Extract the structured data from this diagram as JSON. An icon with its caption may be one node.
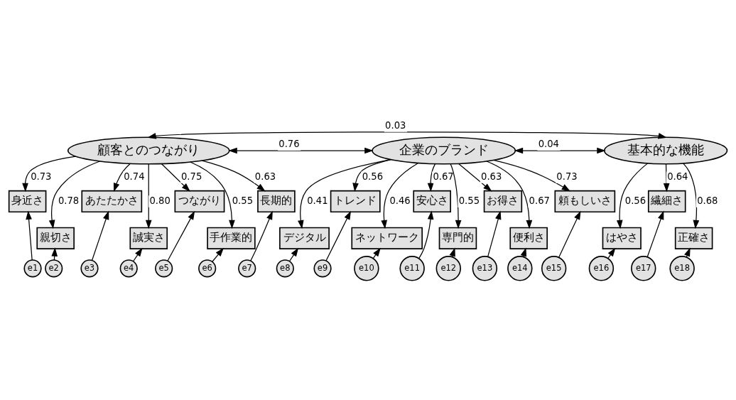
{
  "diagram": {
    "nodes": [
      {
        "text": [
          "顧客とのつながり"
        ]
      },
      {
        "text": [
          "企業のブランド"
        ]
      },
      {
        "text": [
          "基本的な機能"
        ]
      },
      {
        "text": [
          "身近さ"
        ]
      },
      {
        "text": [
          "親切さ"
        ]
      },
      {
        "text": [
          "あたたかさ"
        ]
      },
      {
        "text": [
          "誠実さ"
        ]
      },
      {
        "text": [
          "つながり"
        ]
      },
      {
        "text": [
          "手作業的"
        ]
      },
      {
        "text": [
          "長期的"
        ]
      },
      {
        "text": [
          "デジタル"
        ]
      },
      {
        "text": [
          "トレンド"
        ]
      },
      {
        "text": [
          "ネットワーク"
        ]
      },
      {
        "text": [
          "安心さ"
        ]
      },
      {
        "text": [
          "専門的"
        ]
      },
      {
        "text": [
          "お得さ"
        ]
      },
      {
        "text": [
          "便利さ"
        ]
      },
      {
        "text": [
          "頼もしいさ"
        ]
      },
      {
        "text": [
          "はやさ"
        ]
      },
      {
        "text": [
          "繊細さ"
        ]
      },
      {
        "text": [
          "正確さ"
        ]
      },
      {
        "text": [
          "e1"
        ]
      },
      {
        "text": [
          "e2"
        ]
      },
      {
        "text": [
          "e3"
        ]
      },
      {
        "text": [
          "e4"
        ]
      },
      {
        "text": [
          "e5"
        ]
      },
      {
        "text": [
          "e6"
        ]
      },
      {
        "text": [
          "e7"
        ]
      },
      {
        "text": [
          "e8"
        ]
      },
      {
        "text": [
          "e9"
        ]
      },
      {
        "text": [
          "e10"
        ]
      },
      {
        "text": [
          "e11"
        ]
      },
      {
        "text": [
          "e12"
        ]
      },
      {
        "text": [
          "e13"
        ]
      },
      {
        "text": [
          "e14"
        ]
      },
      {
        "text": [
          "e15"
        ]
      },
      {
        "text": [
          "e16"
        ]
      },
      {
        "text": [
          "e17"
        ]
      },
      {
        "text": [
          "e18"
        ]
      }
    ],
    "edges": [
      {
        "from": 0,
        "to": 2,
        "arrow": "both",
        "label": "0.03"
      },
      {
        "from": 0,
        "to": 1,
        "arrow": "both",
        "label": "0.76"
      },
      {
        "from": 1,
        "to": 2,
        "arrow": "both",
        "label": "0.04"
      },
      {
        "from": 0,
        "to": 3,
        "arrow": "to",
        "label": "0.73"
      },
      {
        "from": 0,
        "to": 4,
        "arrow": "to",
        "label": "0.78"
      },
      {
        "from": 0,
        "to": 5,
        "arrow": "to",
        "label": "0.74"
      },
      {
        "from": 0,
        "to": 6,
        "arrow": "to",
        "label": "0.80"
      },
      {
        "from": 0,
        "to": 7,
        "arrow": "to",
        "label": "0.75"
      },
      {
        "from": 0,
        "to": 8,
        "arrow": "to",
        "label": "0.55"
      },
      {
        "from": 0,
        "to": 9,
        "arrow": "to",
        "label": "0.63"
      },
      {
        "from": 1,
        "to": 10,
        "arrow": "to",
        "label": "0.41"
      },
      {
        "from": 1,
        "to": 11,
        "arrow": "to",
        "label": "0.56"
      },
      {
        "from": 1,
        "to": 12,
        "arrow": "to",
        "label": "0.46"
      },
      {
        "from": 1,
        "to": 13,
        "arrow": "to",
        "label": "0.67"
      },
      {
        "from": 1,
        "to": 14,
        "arrow": "to",
        "label": "0.55"
      },
      {
        "from": 1,
        "to": 15,
        "arrow": "to",
        "label": "0.63"
      },
      {
        "from": 1,
        "to": 16,
        "arrow": "to",
        "label": "0.67"
      },
      {
        "from": 1,
        "to": 17,
        "arrow": "to",
        "label": "0.73"
      },
      {
        "from": 2,
        "to": 18,
        "arrow": "to",
        "label": "0.56"
      },
      {
        "from": 2,
        "to": 19,
        "arrow": "to",
        "label": "0.64"
      },
      {
        "from": 2,
        "to": 20,
        "arrow": "to",
        "label": "0.68"
      },
      {
        "from": 21,
        "to": 3,
        "arrow": "to"
      },
      {
        "from": 22,
        "to": 4,
        "arrow": "to"
      },
      {
        "from": 23,
        "to": 5,
        "arrow": "to"
      },
      {
        "from": 24,
        "to": 6,
        "arrow": "to"
      },
      {
        "from": 25,
        "to": 7,
        "arrow": "to"
      },
      {
        "from": 26,
        "to": 8,
        "arrow": "to"
      },
      {
        "from": 27,
        "to": 9,
        "arrow": "to"
      },
      {
        "from": 28,
        "to": 10,
        "arrow": "to"
      },
      {
        "from": 29,
        "to": 11,
        "arrow": "to"
      },
      {
        "from": 30,
        "to": 12,
        "arrow": "to"
      },
      {
        "from": 31,
        "to": 13,
        "arrow": "to"
      },
      {
        "from": 32,
        "to": 14,
        "arrow": "to"
      },
      {
        "from": 33,
        "to": 15,
        "arrow": "to"
      },
      {
        "from": 34,
        "to": 16,
        "arrow": "to"
      },
      {
        "from": 35,
        "to": 17,
        "arrow": "to"
      },
      {
        "from": 36,
        "to": 18,
        "arrow": "to"
      },
      {
        "from": 37,
        "to": 19,
        "arrow": "to"
      },
      {
        "from": 38,
        "to": 20,
        "arrow": "to"
      }
    ]
  }
}
